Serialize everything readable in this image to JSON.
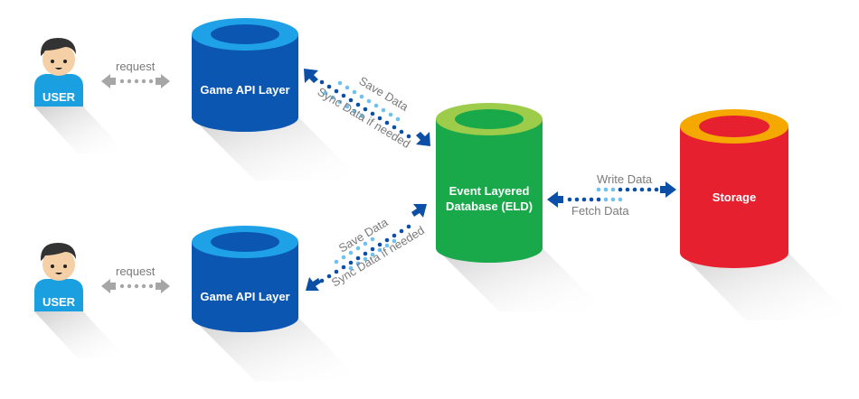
{
  "colors": {
    "api_body": "#0b56b0",
    "api_top_ring": "#1ea1e6",
    "api_top_hole": "#0b56b0",
    "eld_body": "#19a84a",
    "eld_top_ring": "#9ccc4a",
    "storage_body": "#e6202f",
    "storage_top_ring": "#f5a800",
    "arrow_dark": "#0b4fa6",
    "arrow_light": "#6fc1ef",
    "arrow_grey": "#a6a6a6",
    "user_shirt": "#1aa0e0",
    "user_skin": "#f5cfa6",
    "user_hair": "#333333"
  },
  "users": [
    {
      "label": "USER"
    },
    {
      "label": "USER"
    }
  ],
  "request_labels": [
    "request",
    "request"
  ],
  "api_layers": [
    {
      "label": "Game API Layer"
    },
    {
      "label": "Game API Layer"
    }
  ],
  "sync_links": [
    {
      "save": "Save Data",
      "sync": "Sync Data if needed"
    },
    {
      "save": "Save Data",
      "sync": "Sync Data if needed"
    }
  ],
  "eld": {
    "line1": "Event Layered",
    "line2": "Database (ELD)"
  },
  "storage_link": {
    "write": "Write Data",
    "fetch": "Fetch Data"
  },
  "storage": {
    "label": "Storage"
  }
}
